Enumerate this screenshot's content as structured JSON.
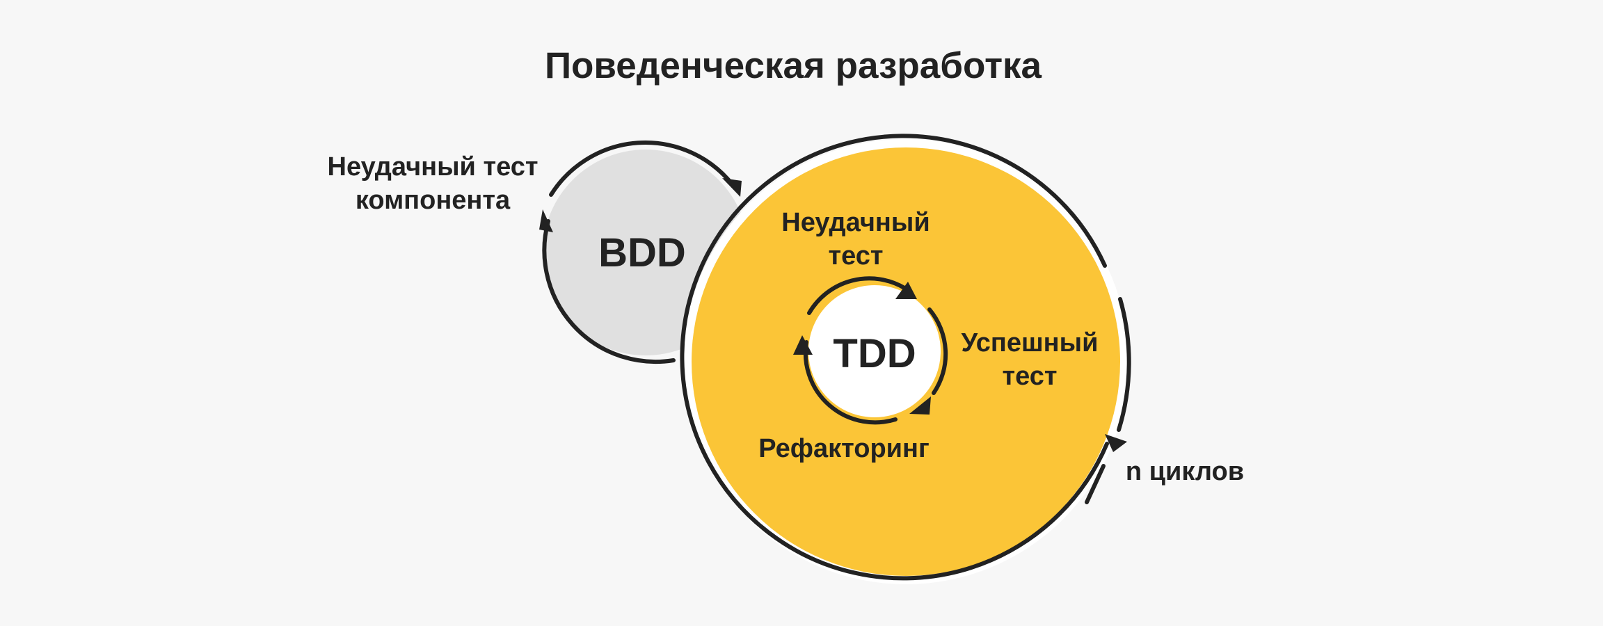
{
  "title": "Поведенческая разработка",
  "bdd": {
    "label": "BDD",
    "step_label_lines": [
      "Неудачный тест",
      "компонента"
    ]
  },
  "tdd": {
    "label": "TDD",
    "steps": {
      "fail_lines": [
        "Неудачный",
        "тест"
      ],
      "pass_lines": [
        "Успешный",
        "тест"
      ],
      "refactor": "Рефакторинг"
    }
  },
  "cycles_label": "n циклов",
  "colors": {
    "background": "#f7f7f7",
    "bdd_fill": "#e0e0e0",
    "yellow_fill": "#fbc537",
    "center_fill": "#ffffff",
    "ink": "#222222"
  }
}
